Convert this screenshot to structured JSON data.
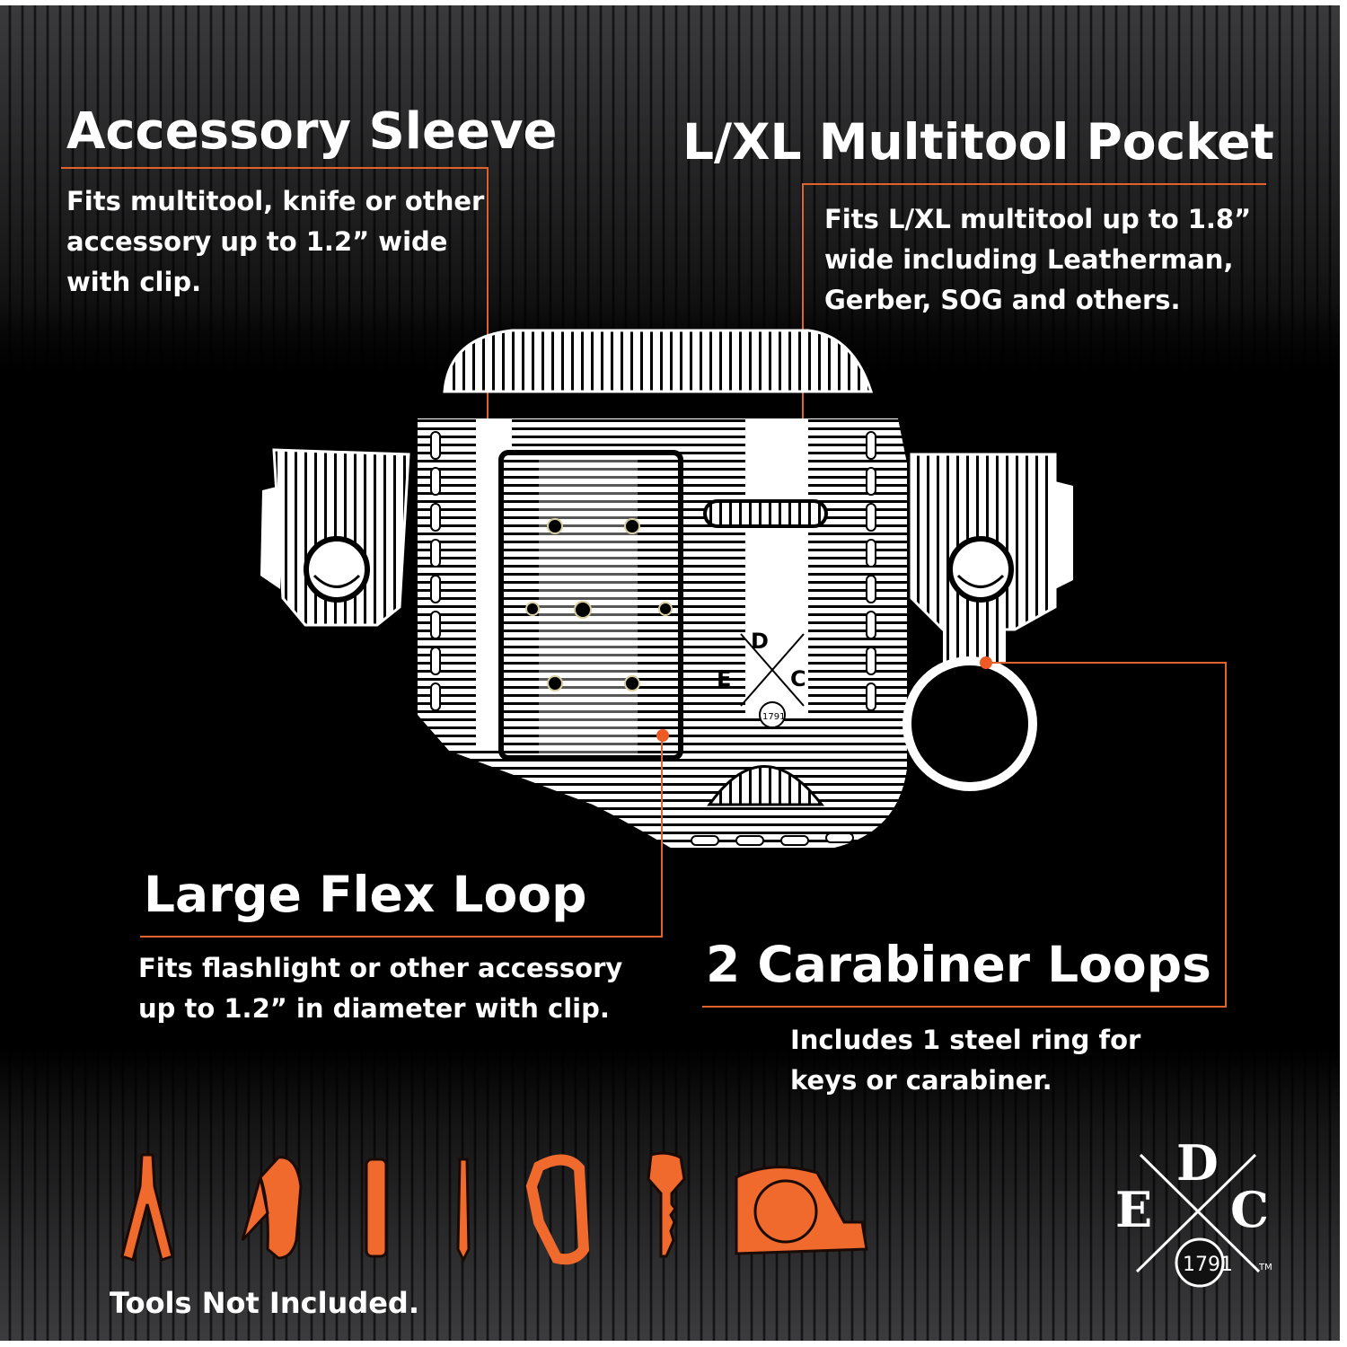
{
  "callouts": {
    "accessory_sleeve": {
      "title": "Accessory Sleeve",
      "lines": [
        "Fits multitool, knife or other",
        "accessory up to 1.2” wide",
        "with clip."
      ]
    },
    "multitool_pocket": {
      "title": "L/XL Multitool Pocket",
      "lines": [
        "Fits L/XL multitool up to 1.8”",
        "wide including Leatherman,",
        "Gerber, SOG and others."
      ]
    },
    "flex_loop": {
      "title": "Large Flex Loop",
      "lines": [
        "Fits flashlight or other accessory",
        "up to 1.2” in diameter with clip."
      ]
    },
    "carabiner_loops": {
      "title": "2 Carabiner Loops",
      "lines": [
        "Includes 1 steel ring for",
        "keys or carabiner."
      ]
    }
  },
  "holster_logo": {
    "d": "D",
    "e": "E",
    "c": "C",
    "badge": "1791"
  },
  "tools": {
    "items": [
      "multitool-icon",
      "knife-icon",
      "flashlight-icon",
      "pen-icon",
      "carabiner-icon",
      "key-icon",
      "tape-measure-icon"
    ],
    "note": "Tools Not Included."
  },
  "brand_logo": {
    "d": "D",
    "e": "E",
    "c": "C",
    "badge": "1791",
    "tm": "TM"
  },
  "colors": {
    "accent": "#ef5a24",
    "line": "#e0632b",
    "text": "#ffffff",
    "background": "#000000"
  }
}
